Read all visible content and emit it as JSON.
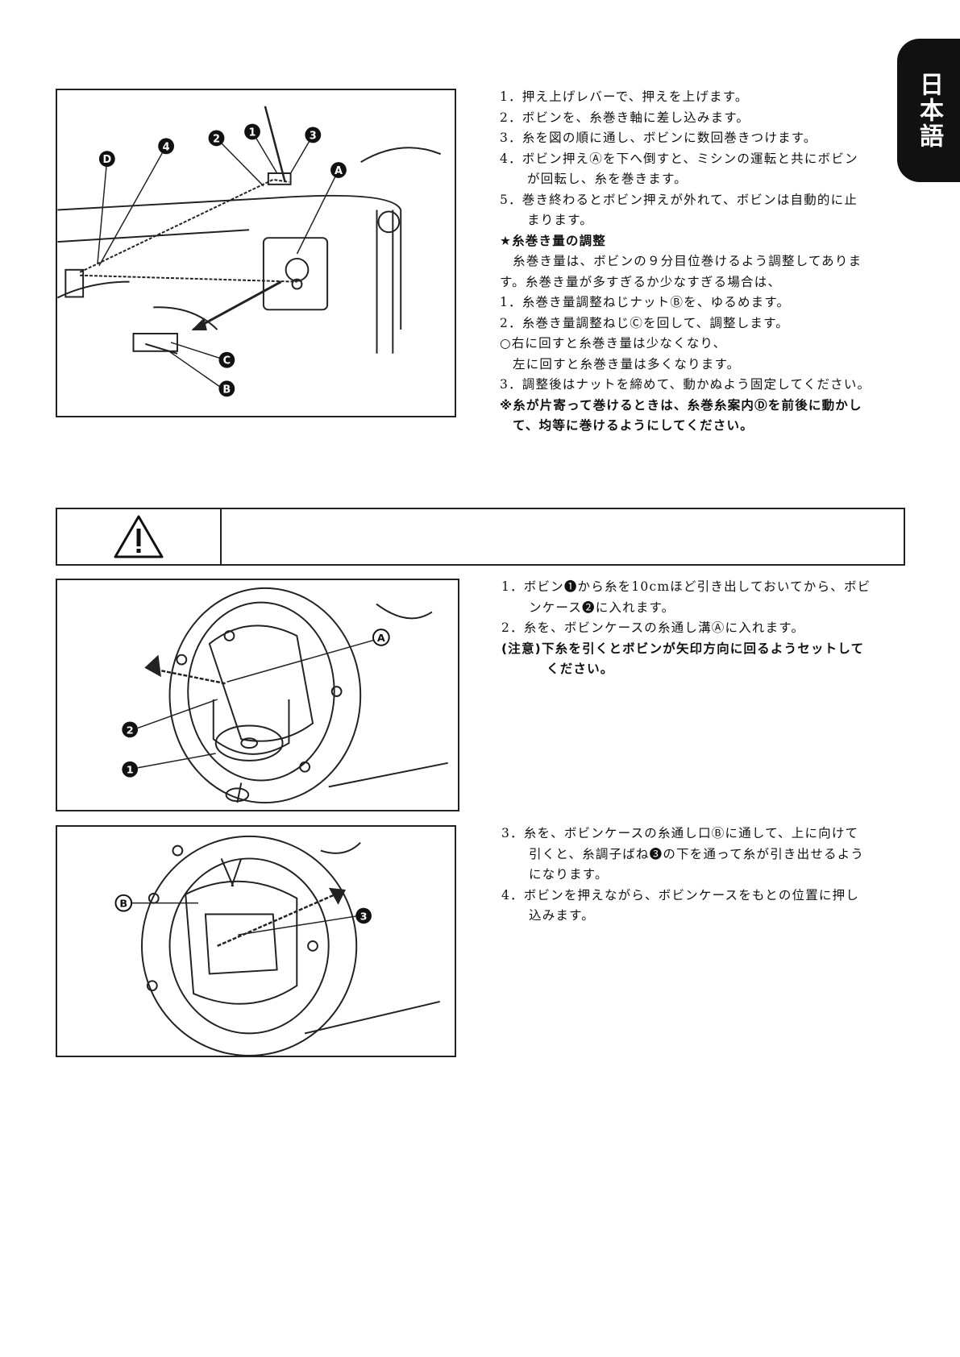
{
  "language_tab": "日本語",
  "section1": {
    "lines": [
      "1．押え上げレバーで、押えを上げます。",
      "2．ボビンを、糸巻き軸に差し込みます。",
      "3．糸を図の順に通し、ボビンに数回巻きつけます。",
      "4．ボビン押えⒶを下へ倒すと、ミシンの運転と共にボビン",
      "が回転し、糸を巻きます。",
      "5．巻き終わるとボビン押えが外れて、ボビンは自動的に止",
      "まります。",
      "★糸巻き量の調整",
      "糸巻き量は、ボビンの９分目位巻けるよう調整してありま",
      "す。糸巻き量が多すぎるか少なすぎる場合は、",
      "1．糸巻き量調整ねじナットⒷを、ゆるめます。",
      "2．糸巻き量調整ねじⒸを回して、調整します。",
      "○右に回すと糸巻き量は少なくなり、",
      "左に回すと糸巻き量は多くなります。",
      "3．調整後はナットを締めて、動かぬよう固定してください。",
      "※糸が片寄って巻けるときは、糸巻糸案内Ⓓを前後に動かし",
      "て、均等に巻けるようにしてください。"
    ],
    "figure_labels": [
      "D",
      "4",
      "2",
      "1",
      "3",
      "A",
      "C",
      "B"
    ]
  },
  "warning": {
    "icon": "warning-triangle-icon",
    "text": ""
  },
  "section2": {
    "lines": [
      "1．ボビン❶から糸を10cmほど引き出しておいてから、ボビ",
      "ンケース❷に入れます。",
      "2．糸を、ボビンケースの糸通し溝Ⓐに入れます。",
      "(注意)下糸を引くとボビンが矢印方向に回るようセットして",
      "ください。"
    ],
    "figure_labels": [
      "A",
      "2",
      "1"
    ]
  },
  "section3": {
    "lines": [
      "3．糸を、ボビンケースの糸通し口Ⓑに通して、上に向けて",
      "引くと、糸調子ばね❸の下を通って糸が引き出せるよう",
      "になります。",
      "4．ボビンを押えながら、ボビンケースをもとの位置に押し",
      "込みます。"
    ],
    "figure_labels": [
      "B",
      "3"
    ]
  }
}
